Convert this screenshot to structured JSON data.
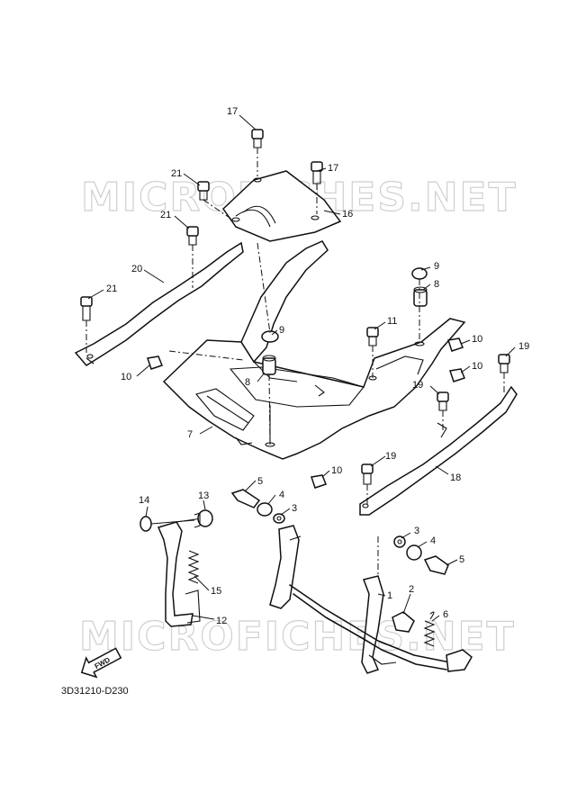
{
  "watermark": "MICROFICHES.NET",
  "diagram_code": "3D31210-D230",
  "fwd_label": "FWD",
  "callouts": {
    "c1": "1",
    "c2": "2",
    "c3a": "3",
    "c3b": "3",
    "c4a": "4",
    "c4b": "4",
    "c5a": "5",
    "c5b": "5",
    "c6": "6",
    "c7": "7",
    "c8a": "8",
    "c8b": "8",
    "c9a": "9",
    "c9b": "9",
    "c10a": "10",
    "c10b": "10",
    "c10c": "10",
    "c10d": "10",
    "c11": "11",
    "c12": "12",
    "c13": "13",
    "c14": "14",
    "c15": "15",
    "c16": "16",
    "c17a": "17",
    "c17b": "17",
    "c18": "18",
    "c19a": "19",
    "c19b": "19",
    "c19c": "19",
    "c20": "20",
    "c21a": "21",
    "c21b": "21",
    "c21c": "21"
  }
}
